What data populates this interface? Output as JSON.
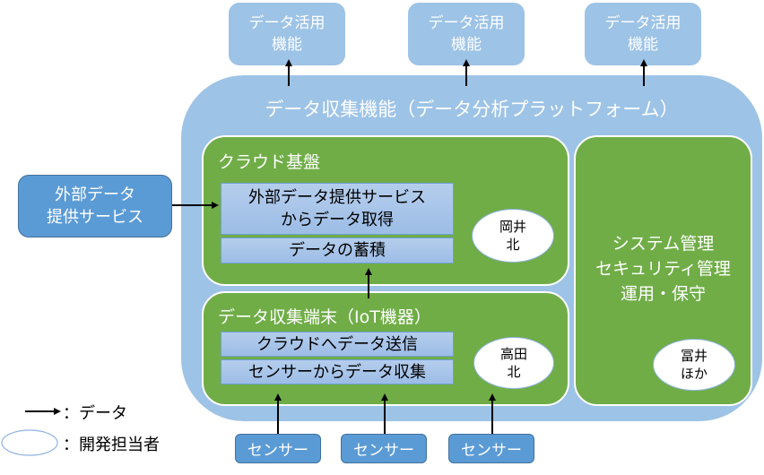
{
  "data_use_functions": [
    {
      "label": "データ活用\n機能"
    },
    {
      "label": "データ活用\n機能"
    },
    {
      "label": "データ活用\n機能"
    }
  ],
  "platform": {
    "title": "データ収集機能（データ分析プラットフォーム）"
  },
  "cloud": {
    "title": "クラウド基盤",
    "functions": [
      {
        "label": "外部データ提供サービス\nからデータ取得"
      },
      {
        "label": "データの蓄積"
      }
    ],
    "owner": "岡井\n北"
  },
  "iot": {
    "title": "データ収集端末（IoT機器）",
    "functions": [
      {
        "label": "クラウドへデータ送信"
      },
      {
        "label": "センサーからデータ収集"
      }
    ],
    "owner": "高田\n北"
  },
  "management": {
    "lines": [
      "システム管理",
      "セキュリティ管理",
      "運用・保守"
    ],
    "owner": "冨井\nほか"
  },
  "external_service": {
    "label": "外部データ\n提供サービス"
  },
  "sensors": [
    {
      "label": "センサー"
    },
    {
      "label": "センサー"
    },
    {
      "label": "センサー"
    }
  ],
  "legend": {
    "arrow_label": "：データ",
    "ellipse_label": "：開発担当者"
  },
  "colors": {
    "light_blue": "#9dc3e6",
    "green": "#70ad47",
    "mid_blue": "#5b9bd5",
    "arrow": "#000000"
  }
}
